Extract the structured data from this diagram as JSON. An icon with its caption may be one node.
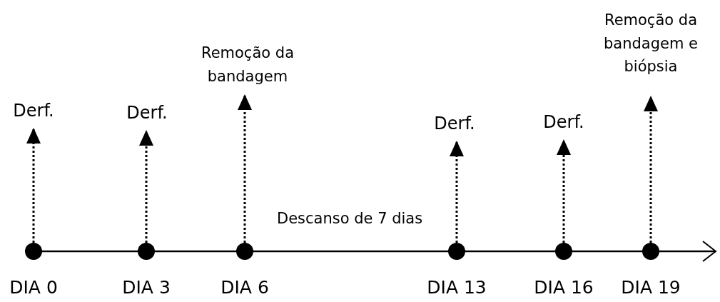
{
  "diagram": {
    "nodes": [
      {
        "text": [],
        "shape": "circle",
        "beside": [
          "DIA 0"
        ]
      },
      {
        "text": [],
        "shape": "circle",
        "beside": [
          "DIA 3"
        ]
      },
      {
        "text": [],
        "shape": "circle",
        "beside": [
          "DIA 6"
        ]
      },
      {
        "text": [],
        "shape": "circle",
        "beside": [
          "DIA 13"
        ]
      },
      {
        "text": [],
        "shape": "circle",
        "beside": [
          "DIA 16"
        ]
      },
      {
        "text": [],
        "shape": "circle",
        "beside": [
          "DIA 19"
        ]
      },
      {
        "text": [
          "Derf."
        ]
      },
      {
        "text": [
          "Derf."
        ]
      },
      {
        "text": [
          "Remoção da bandagem"
        ]
      },
      {
        "text": [
          "Derf."
        ]
      },
      {
        "text": [
          "Derf."
        ]
      },
      {
        "text": [
          "Remoção da bandagem e biópsia"
        ]
      }
    ],
    "edges": [
      {
        "from": 0,
        "to": 6,
        "arrow": "to",
        "style": "dashed"
      },
      {
        "from": 1,
        "to": 7,
        "arrow": "to",
        "style": "dashed"
      },
      {
        "from": 2,
        "to": 8,
        "arrow": "to",
        "style": "dashed"
      },
      {
        "from": 3,
        "to": 9,
        "arrow": "to",
        "style": "dashed"
      },
      {
        "from": 4,
        "to": 10,
        "arrow": "to",
        "style": "dashed"
      },
      {
        "from": 5,
        "to": 11,
        "arrow": "to",
        "style": "dashed"
      }
    ],
    "labels": [
      "Descanso de 7 dias"
    ]
  }
}
